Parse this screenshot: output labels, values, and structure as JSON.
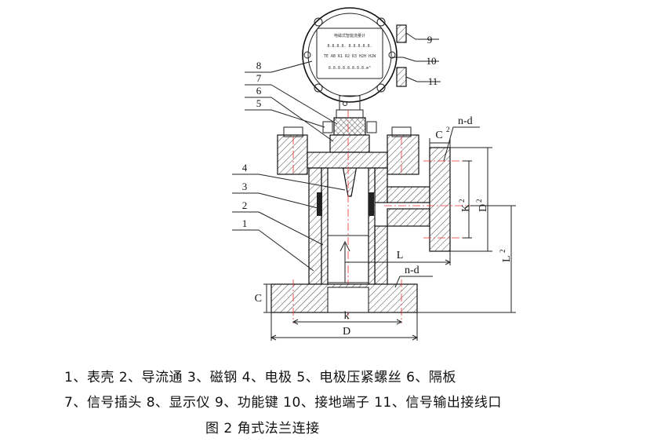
{
  "diagram": {
    "callouts": [
      "1",
      "2",
      "3",
      "4",
      "5",
      "6",
      "7",
      "8",
      "9",
      "10",
      "11"
    ],
    "dimensions": {
      "C_side": "C",
      "C_top": "C",
      "C_top_sub": "2",
      "nd_top": "n-d",
      "nd_bottom": "n-d",
      "K2": "K",
      "K2_sub": "2",
      "D2": "D",
      "D2_sub": "2",
      "L2": "L",
      "L2_sub": "2",
      "L": "L",
      "k": "k",
      "D": "D"
    },
    "meter_face": {
      "title": "电磁式智能流量计",
      "row1": "8.8.8.8.  8.8.8.8.8.",
      "row2": "TE  AB  R1 R2 R3  H2H  H2W",
      "row3": "8.8.8.8.8.8.8.8.m³"
    }
  },
  "legend": {
    "line1": "1、表壳  2、导流通  3、磁钢  4、电极  5、电极压紧螺丝  6、隔板",
    "line2": "7、信号插头  8、显示仪   9、功能键   10、接地端子  11、信号输出接线口",
    "figure_title": "图 2    角式法兰连接"
  }
}
